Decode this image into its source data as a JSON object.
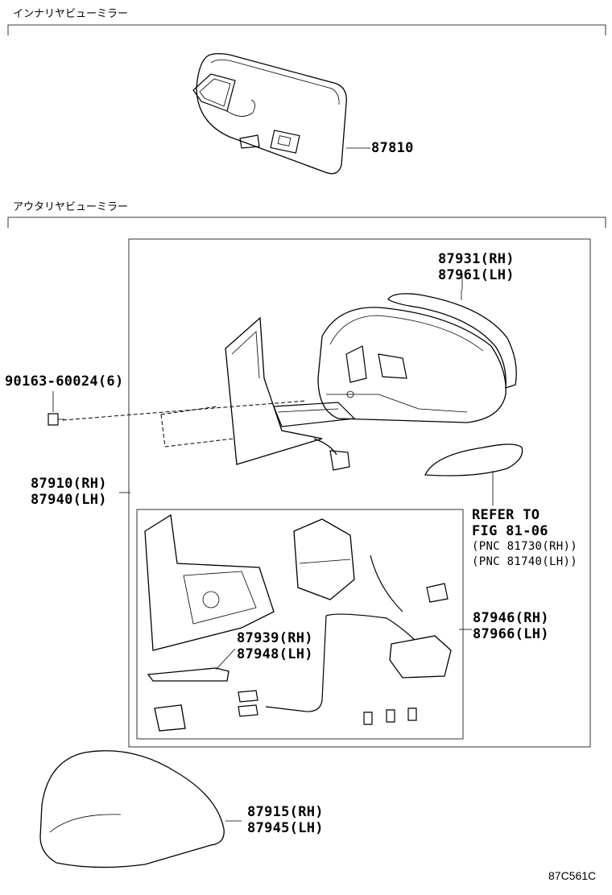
{
  "sections": {
    "inner_mirror": "インナリヤビューミラー",
    "outer_mirror": "アウタリヤビューミラー"
  },
  "parts": {
    "p87810": "87810",
    "p87931": "87931(RH)",
    "p87961": "87961(LH)",
    "bolt_line": "90163-60024(6)",
    "p87910": "87910(RH)",
    "p87940": "87940(LH)",
    "refer1": "REFER TO",
    "refer2": "FIG 81-06",
    "pnc1": "(PNC 81730(RH))",
    "pnc2": "(PNC 81740(LH))",
    "p87946": "87946(RH)",
    "p87966": "87966(LH)",
    "p87939": "87939(RH)",
    "p87948": "87948(LH)",
    "p87915": "87915(RH)",
    "p87945": "87945(LH)"
  },
  "figure_code": "87C561C"
}
